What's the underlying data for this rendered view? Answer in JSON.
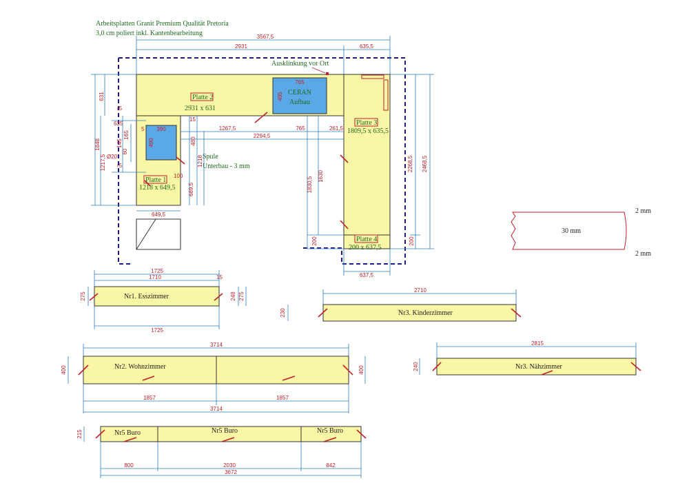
{
  "header": {
    "line1": "Arbeitsplatten Granit Premium Qualität Pretoria",
    "line2": "3,0 cm poliert inkl. Kantenbearbeitung"
  },
  "kitchen": {
    "dim_total": "3567,5",
    "dim_top_left": "2931",
    "dim_top_right": "635,5",
    "ausklinkung": "Ausklinkung vor Ort",
    "plate2_label": "Platte 2",
    "plate2_size": "2931 x 631",
    "plate1_label": "Platte 1",
    "plate1_size": "1218 x 649,5",
    "plate3_label": "Platte 3",
    "plate3_size": "1809,5 x 635,5",
    "plate4_label": "Platte 4",
    "plate4_size": "200 x 637,5",
    "ceran_line1": "CERAN",
    "ceran_line2": "Aufbau",
    "ceran_w": "765",
    "ceran_h": "495",
    "spule_line1": "Spule",
    "spule_line2": "Unterbau - 3 mm",
    "sink_w": "390",
    "sink_h": "490",
    "d_1267": "1267,5",
    "d_765": "765",
    "d_261": "261,5",
    "d_2294": "2294,5",
    "d_631": "631",
    "d_1848": "1848",
    "d_1217": "1217,5",
    "d_649": "649,5",
    "d_637": "637,5",
    "d_1830": "1830,5",
    "d_1630": "1630",
    "d_2268": "2268,5",
    "d_2468": "2468,5",
    "d_200a": "200",
    "d_200b": "200",
    "d_669": "669,5",
    "d_480": "480",
    "d_1218": "1218",
    "d_r5a": "r5",
    "d_r5b": "r5",
    "d_635": "635",
    "d_20": "Ø20",
    "d_100": "100",
    "d_15": "15",
    "d_5": "5",
    "d_145": "145",
    "d_165": "165",
    "d_60": "60"
  },
  "edge": {
    "thickness": "30 mm",
    "top": "2 mm",
    "bottom": "2 mm"
  },
  "esszimmer": {
    "label": "Nr1. Esszimmer",
    "d_1725a": "1725",
    "d_1710": "1710",
    "d_15": "15",
    "d_275a": "275",
    "d_248": "248",
    "d_275b": "275",
    "d_1725b": "1725"
  },
  "kinderzimmer": {
    "label": "Nr3. Kinderzimmer",
    "d_2710": "2710",
    "d_230": "230"
  },
  "wohnzimmer": {
    "label": "Nr2. Wohnzimmer",
    "d_3714a": "3714",
    "d_400a": "400",
    "d_400b": "400",
    "d_1857a": "1857",
    "d_1857b": "1857",
    "d_3714b": "3714"
  },
  "naehzimmer": {
    "label": "Nr3. Nähzimmer",
    "d_2815": "2815",
    "d_240": "240"
  },
  "buro": {
    "label1": "Nr5 Buro",
    "label2": "Nr5 Buro",
    "label3": "Nr5 Buro",
    "d_215": "215",
    "d_800": "800",
    "d_2030": "2030",
    "d_842": "842",
    "d_3672": "3672"
  }
}
